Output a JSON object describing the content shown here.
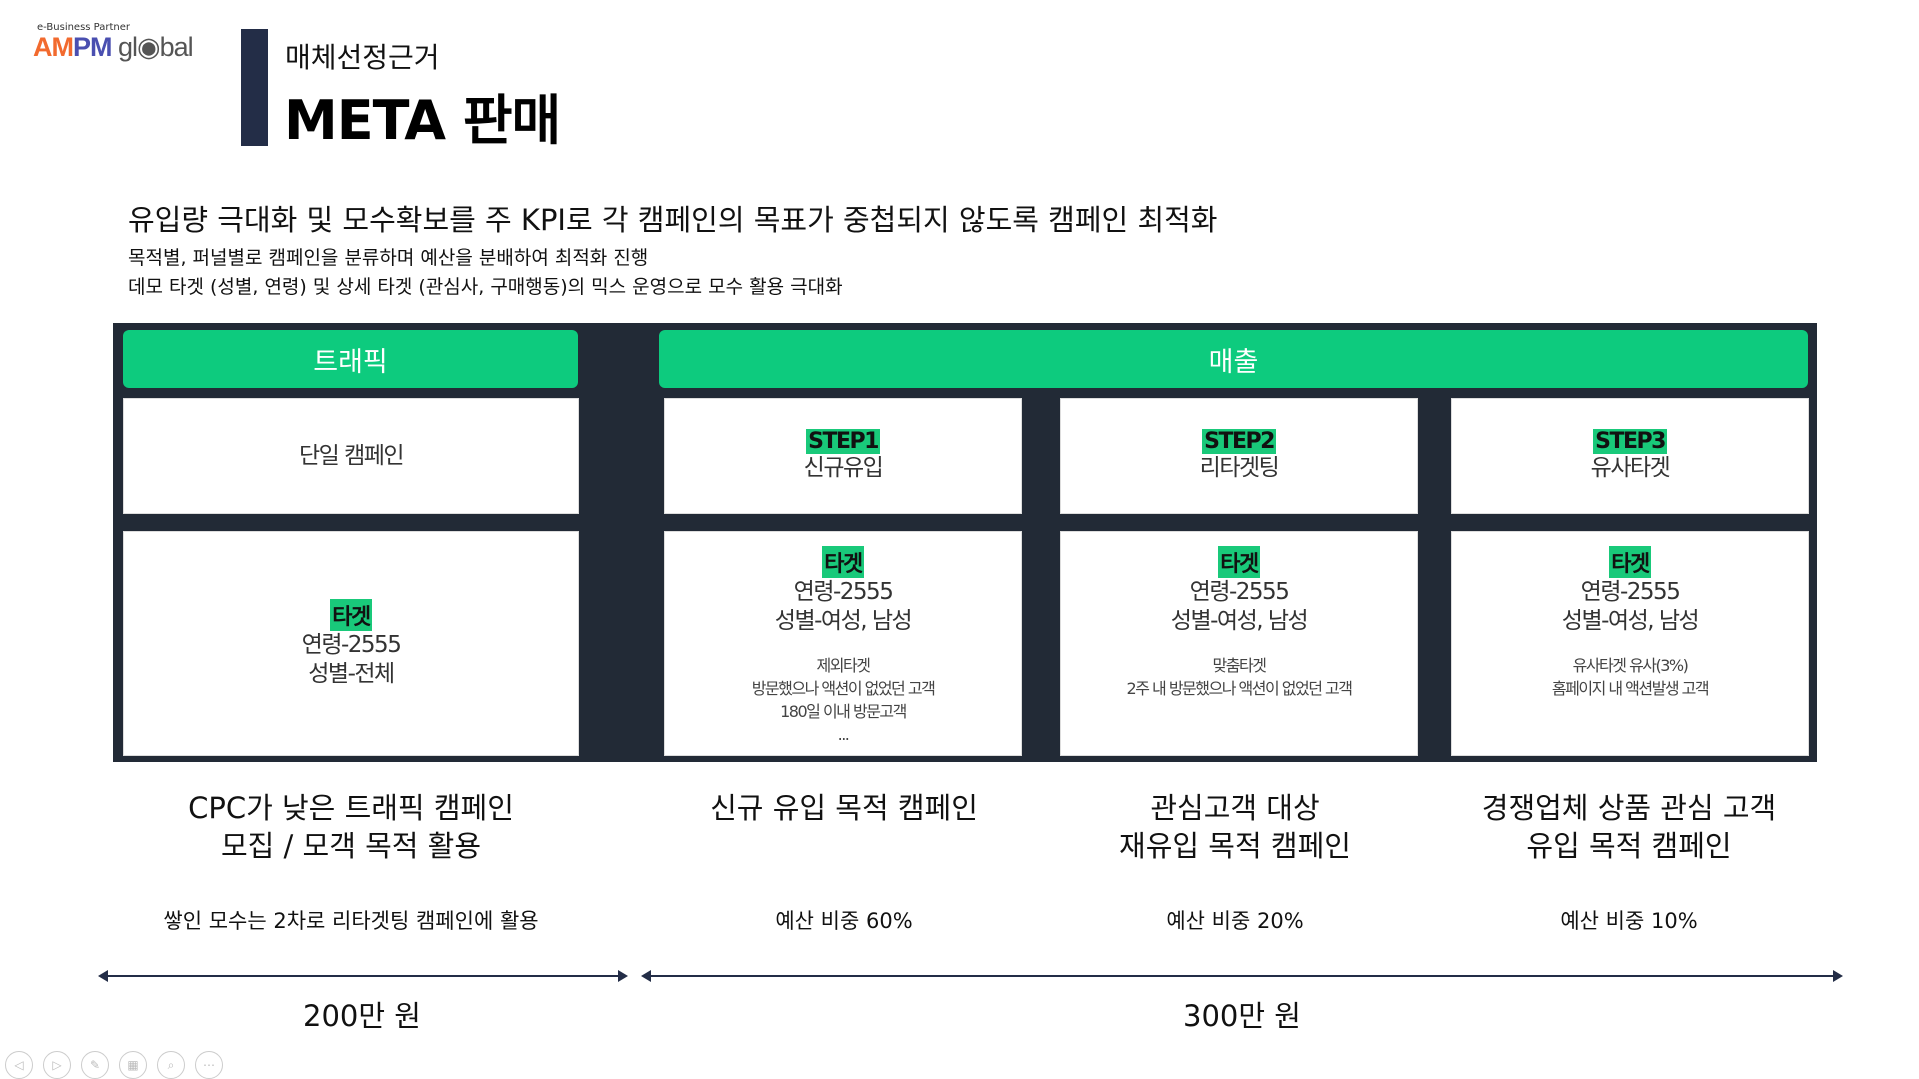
{
  "logo": {
    "tagline": "e-Business Partner",
    "am": "AM",
    "pm": "PM",
    "global": " gl◉bal"
  },
  "header": {
    "subtitle": "매체선정근거",
    "title": "META 판매"
  },
  "intro": {
    "headline": "유입량 극대화 및 모수확보를 주 KPI로 각 캠페인의 목표가 중첩되지 않도록 캠페인 최적화",
    "lines": [
      "목적별, 퍼널별로 캠페인을 분류하며 예산을 분배하여 최적화 진행",
      "데모 타겟 (성별, 연령) 및 상세 타겟 (관심사, 구매행동)의 믹스 운영으로 모수 활용 극대화"
    ]
  },
  "groups": {
    "traffic": "트래픽",
    "sales": "매출"
  },
  "columns": [
    {
      "name": "단일 캠페인",
      "step": "",
      "target_label": "타겟",
      "age": "연령-2555",
      "gender": "성별-전체",
      "detail": [],
      "caption": [
        "CPC가 낮은 트래픽 캠페인",
        "모집 / 모객 목적 활용"
      ],
      "budget": "쌓인 모수는 2차로 리타겟팅 캠페인에 활용"
    },
    {
      "name": "신규유입",
      "step": "STEP1",
      "target_label": "타겟",
      "age": "연령-2555",
      "gender": "성별-여성, 남성",
      "detail": [
        "제외타겟",
        "방문했으나 액션이 없었던 고객",
        "180일 이내 방문고객",
        "..."
      ],
      "caption": [
        "신규 유입 목적 캠페인",
        ""
      ],
      "budget": "예산 비중 60%"
    },
    {
      "name": "리타겟팅",
      "step": "STEP2",
      "target_label": "타겟",
      "age": "연령-2555",
      "gender": "성별-여성, 남성",
      "detail": [
        "맞춤타겟",
        "2주 내 방문했으나 액션이 없었던 고객"
      ],
      "caption": [
        "관심고객 대상",
        "재유입 목적 캠페인"
      ],
      "budget": "예산 비중 20%"
    },
    {
      "name": "유사타겟",
      "step": "STEP3",
      "target_label": "타겟",
      "age": "연령-2555",
      "gender": "성별-여성, 남성",
      "detail": [
        "유사타겟 유사(3%)",
        "홈페이지 내 액션발생 고객"
      ],
      "caption": [
        "경쟁업체 상품 관심 고객",
        "유입 목적 캠페인"
      ],
      "budget": "예산 비중 10%"
    }
  ],
  "amounts": {
    "traffic": "200만 원",
    "sales": "300만 원"
  },
  "controls": [
    "◁",
    "▷",
    "✎",
    "▦",
    "⌕",
    "⋯"
  ]
}
